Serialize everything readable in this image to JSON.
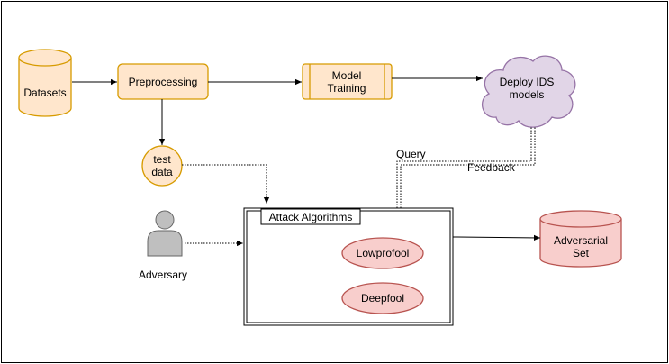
{
  "nodes": {
    "datasets": "Datasets",
    "preprocessing": "Preprocessing",
    "model_training": [
      "Model",
      "Training"
    ],
    "deploy_ids": [
      "Deploy IDS",
      "models"
    ],
    "test_data": [
      "test",
      "data"
    ],
    "adversary": "Adversary",
    "attack_algorithms": "Attack Algorithms",
    "lowprofool": "Lowprofool",
    "deepfool": "Deepfool",
    "adversarial_set": [
      "Adversarial",
      "Set"
    ]
  },
  "edges": {
    "query": "Query",
    "feedback": "Feedback"
  },
  "colors": {
    "orange_fill": "#ffe6cc",
    "orange_stroke": "#d79b00",
    "purple_fill": "#e1d5e7",
    "purple_stroke": "#9673a6",
    "red_fill": "#f8cecc",
    "red_stroke": "#b85450",
    "person_fill": "#bfbfbf",
    "person_stroke": "#666666"
  },
  "icons": {
    "adversary": "person-icon"
  }
}
